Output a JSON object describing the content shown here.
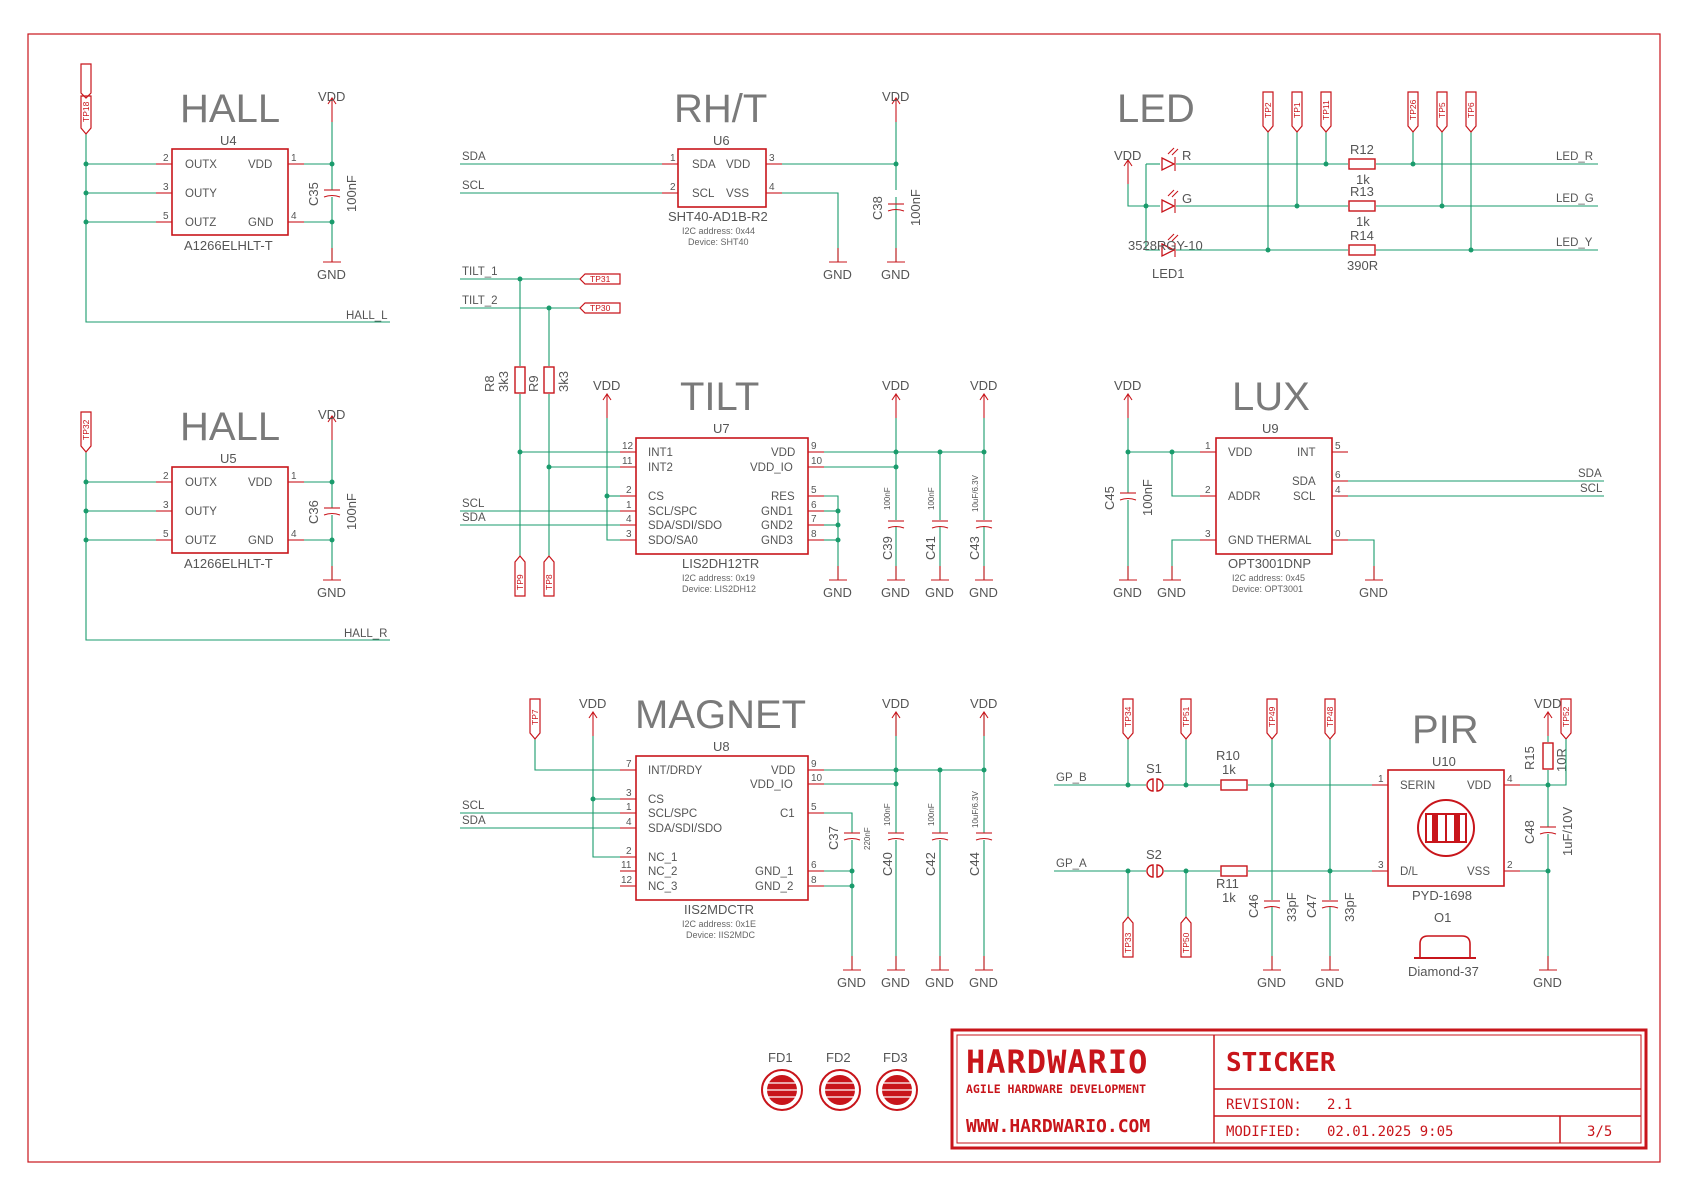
{
  "sections": {
    "hall1": "HALL",
    "hall2": "HALL",
    "rht": "RH/T",
    "led": "LED",
    "tilt": "TILT",
    "lux": "LUX",
    "magnet": "MAGNET",
    "pir": "PIR"
  },
  "power": {
    "vdd": "VDD",
    "gnd": "GND"
  },
  "u4": {
    "ref": "U4",
    "value": "A1266ELHLT-T",
    "pins": {
      "outx": "OUTX",
      "outy": "OUTY",
      "outz": "OUTZ",
      "vdd": "VDD",
      "gnd": "GND"
    },
    "pinnums": {
      "outx": "2",
      "outy": "3",
      "outz": "5",
      "vdd": "1",
      "gnd": "4"
    }
  },
  "u5": {
    "ref": "U5",
    "value": "A1266ELHLT-T",
    "pins": {
      "outx": "OUTX",
      "outy": "OUTY",
      "outz": "OUTZ",
      "vdd": "VDD",
      "gnd": "GND"
    },
    "pinnums": {
      "outx": "2",
      "outy": "3",
      "outz": "5",
      "vdd": "1",
      "gnd": "4"
    }
  },
  "u6": {
    "ref": "U6",
    "value": "SHT40-AD1B-R2",
    "note1": "I2C address: 0x44",
    "note2": "Device: SHT40",
    "pins": {
      "sda": "SDA",
      "scl": "SCL",
      "vdd": "VDD",
      "vss": "VSS"
    },
    "pinnums": {
      "sda": "1",
      "scl": "2",
      "vdd": "3",
      "vss": "4"
    }
  },
  "u7": {
    "ref": "U7",
    "value": "LIS2DH12TR",
    "note1": "I2C address: 0x19",
    "note2": "Device: LIS2DH12",
    "pins": {
      "int1": "INT1",
      "int2": "INT2",
      "cs": "CS",
      "scl": "SCL/SPC",
      "sda": "SDA/SDI/SDO",
      "sdo": "SDO/SA0",
      "vdd": "VDD",
      "vddio": "VDD_IO",
      "res": "RES",
      "gnd1": "GND1",
      "gnd2": "GND2",
      "gnd3": "GND3"
    },
    "pinnums": {
      "int1": "12",
      "int2": "11",
      "cs": "2",
      "scl": "1",
      "sda": "4",
      "sdo": "3",
      "vdd": "9",
      "vddio": "10",
      "res": "5",
      "gnd1": "6",
      "gnd2": "7",
      "gnd3": "8"
    }
  },
  "u8": {
    "ref": "U8",
    "value": "IIS2MDCTR",
    "note1": "I2C address: 0x1E",
    "note2": "Device: IIS2MDC",
    "pins": {
      "int": "INT/DRDY",
      "cs": "CS",
      "scl": "SCL/SPC",
      "sda": "SDA/SDI/SDO",
      "nc1": "NC_1",
      "nc2": "NC_2",
      "nc3": "NC_3",
      "vdd": "VDD",
      "vddio": "VDD_IO",
      "c1": "C1",
      "gnd1": "GND_1",
      "gnd2": "GND_2"
    },
    "pinnums": {
      "int": "7",
      "cs": "3",
      "scl": "1",
      "sda": "4",
      "nc1": "2",
      "nc2": "11",
      "nc3": "12",
      "vdd": "9",
      "vddio": "10",
      "c1": "5",
      "gnd1": "6",
      "gnd2": "8"
    }
  },
  "u9": {
    "ref": "U9",
    "value": "OPT3001DNP",
    "note1": "I2C address: 0x45",
    "note2": "Device: OPT3001",
    "pins": {
      "vdd": "VDD",
      "addr": "ADDR",
      "gnd": "GND THERMAL",
      "int": "INT",
      "sda": "SDA",
      "scl": "SCL"
    },
    "pinnums": {
      "vdd": "1",
      "addr": "2",
      "gnd": "3",
      "int": "5",
      "sda": "6",
      "scl": "4",
      "thermal": "0"
    }
  },
  "u10": {
    "ref": "U10",
    "value": "PYD-1698",
    "pins": {
      "serin": "SERIN",
      "vdd": "VDD",
      "dl": "D/L",
      "vss": "VSS"
    },
    "pinnums": {
      "serin": "1",
      "vdd": "4",
      "dl": "3",
      "vss": "2"
    }
  },
  "caps": {
    "c35": {
      "ref": "C35",
      "value": "100nF"
    },
    "c36": {
      "ref": "C36",
      "value": "100nF"
    },
    "c38": {
      "ref": "C38",
      "value": "100nF"
    },
    "c39": {
      "ref": "C39",
      "value": "100nF"
    },
    "c41": {
      "ref": "C41",
      "value": "100nF"
    },
    "c43": {
      "ref": "C43",
      "value": "10uF/6.3V"
    },
    "c45": {
      "ref": "C45",
      "value": "100nF"
    },
    "c37": {
      "ref": "C37",
      "value": "220nF"
    },
    "c40": {
      "ref": "C40",
      "value": "100nF"
    },
    "c42": {
      "ref": "C42",
      "value": "100nF"
    },
    "c44": {
      "ref": "C44",
      "value": "10uF/6.3V"
    },
    "c46": {
      "ref": "C46",
      "value": "33pF"
    },
    "c47": {
      "ref": "C47",
      "value": "33pF"
    },
    "c48": {
      "ref": "C48",
      "value": "1uF/10V"
    }
  },
  "resistors": {
    "r8": {
      "ref": "R8",
      "value": "3k3"
    },
    "r9": {
      "ref": "R9",
      "value": "3k3"
    },
    "r10": {
      "ref": "R10",
      "value": "1k"
    },
    "r11": {
      "ref": "R11",
      "value": "1k"
    },
    "r12": {
      "ref": "R12",
      "value": "1k"
    },
    "r13": {
      "ref": "R13",
      "value": "1k"
    },
    "r14": {
      "ref": "R14",
      "value": "390R"
    },
    "r15": {
      "ref": "R15",
      "value": "10R"
    }
  },
  "led1": {
    "ref": "LED1",
    "value": "3528RGY-10",
    "r": "R",
    "g": "G"
  },
  "nets": {
    "sda": "SDA",
    "scl": "SCL",
    "hall_l": "HALL_L",
    "hall_r": "HALL_R",
    "tilt1": "TILT_1",
    "tilt2": "TILT_2",
    "led_r": "LED_R",
    "led_g": "LED_G",
    "led_y": "LED_Y",
    "gp_a": "GP_A",
    "gp_b": "GP_B"
  },
  "testpoints": {
    "tp18": "TP18",
    "tp32": "TP32",
    "tp31": "TP31",
    "tp30": "TP30",
    "tp9": "TP9",
    "tp8": "TP8",
    "tp7": "TP7",
    "tp2": "TP2",
    "tp1": "TP1",
    "tp11": "TP11",
    "tp26": "TP26",
    "tp5": "TP5",
    "tp6": "TP6",
    "tp34": "TP34",
    "tp51": "TP51",
    "tp49": "TP49",
    "tp48": "TP48",
    "tp52": "TP52",
    "tp33": "TP33",
    "tp50": "TP50"
  },
  "switches": {
    "s1": "S1",
    "s2": "S2"
  },
  "o1": {
    "ref": "O1",
    "value": "Diamond-37"
  },
  "fiducials": {
    "fd1": "FD1",
    "fd2": "FD2",
    "fd3": "FD3"
  },
  "titleblock": {
    "logo": "HARDWARIO",
    "tagline": "AGILE HARDWARE DEVELOPMENT",
    "url": "WWW.HARDWARIO.COM",
    "project": "STICKER",
    "revision_label": "REVISION:",
    "revision": "2.1",
    "modified_label": "MODIFIED:",
    "modified": "02.01.2025 9:05",
    "sheet": "3/5"
  },
  "colors": {
    "symbol": "#c8151b",
    "wire": "#1a9b6c",
    "title": "#7a7a7a",
    "text": "#555555"
  }
}
